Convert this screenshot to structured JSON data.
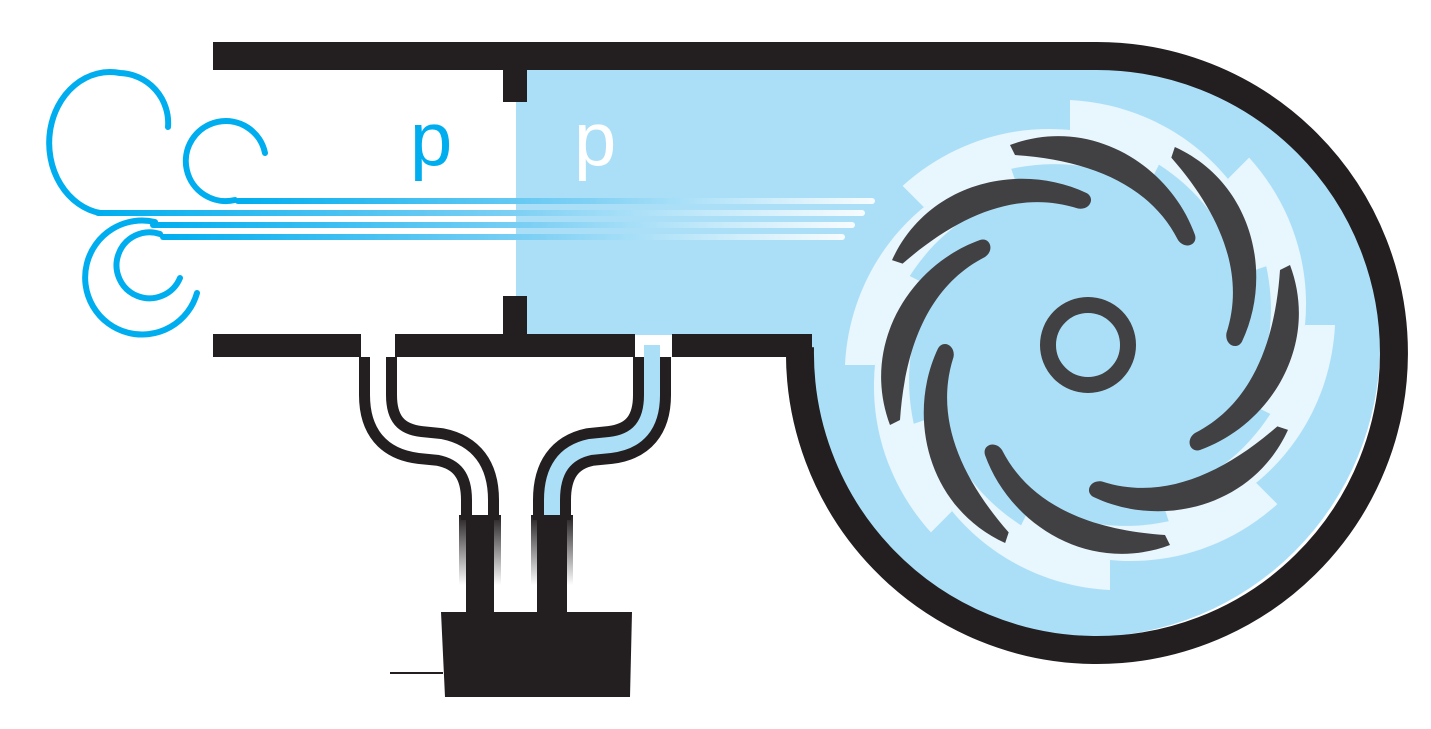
{
  "diagram": {
    "title": "Centrifugal fan / blower with differential pressure sensor",
    "labels": {
      "outside_pressure": "p",
      "inside_pressure": "p"
    },
    "components": [
      {
        "id": "inlet-duct",
        "description": "open inlet section of duct (white, ambient air)"
      },
      {
        "id": "duct-partition",
        "description": "orifice / partition separating inlet from pressurized section"
      },
      {
        "id": "pressurized-duct",
        "description": "light-blue pressurized section of duct"
      },
      {
        "id": "fan-housing",
        "description": "volute fan housing"
      },
      {
        "id": "impeller",
        "description": "8-blade curved impeller with hub"
      },
      {
        "id": "wind-swirls",
        "description": "air flow entering inlet"
      },
      {
        "id": "pressure-tubes",
        "description": "two sensing tubes (ambient and pressurized)"
      },
      {
        "id": "pressure-sensor",
        "description": "differential pressure sensor body with lead wire"
      }
    ],
    "colors": {
      "outline": "#231f20",
      "pressurized_fill": "#abdff8",
      "airflow_blue": "#00aeef",
      "blade": "#414042",
      "blade_trail": "#e8f6fd",
      "background": "#ffffff"
    }
  }
}
